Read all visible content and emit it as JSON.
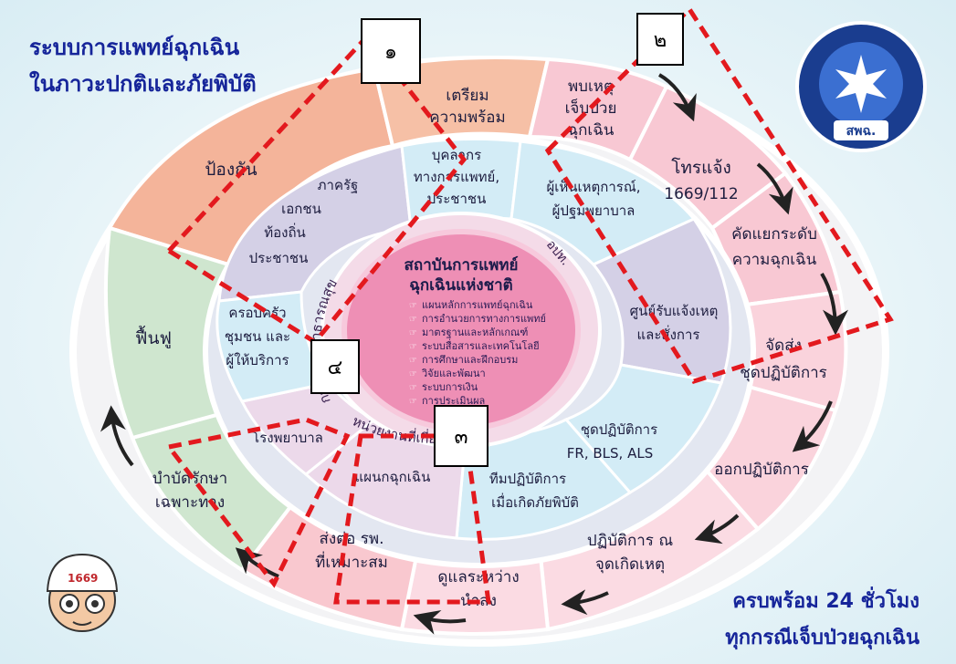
{
  "title": {
    "line1": "ระบบการแพทย์ฉุกเฉิน",
    "line2": "ในภาวะปกติและภัยพิบัติ"
  },
  "footer": {
    "line1": "ครบพร้อม 24 ชั่วโมง",
    "line2": "ทุกกรณีเจ็บป่วยฉุกเฉิน"
  },
  "markers": [
    "๑",
    "๒",
    "๓",
    "๔"
  ],
  "center": {
    "title_line1": "สถาบันการแพทย์",
    "title_line2": "ฉุกเฉินแห่งชาติ",
    "items": [
      "แผนหลักการแพทย์ฉุกเฉิน",
      "การอำนวยการทางการแพทย์",
      "มาตรฐานและหลักเกณฑ์",
      "ระบบสื่อสารและเทคโนโลยี",
      "การศึกษาและฝึกอบรม",
      "วิจัยและพัฒนา",
      "ระบบการเงิน",
      "การประเมินผล"
    ],
    "arc_moph": "กระทรวงสาธารณสุข",
    "arc_lgo": "อปท.",
    "arc_agencies": "หน่วยงานที่เกี่ยวข้อง"
  },
  "outer_ring": {
    "prevent": "ป้องกัน",
    "prepare_1": "เตรียม",
    "prepare_2": "ความพร้อม",
    "found_1": "พบเหตุ",
    "found_2": "เจ็บป่วย",
    "found_3": "ฉุกเฉิน",
    "call_1": "โทรแจ้ง",
    "call_2": "1669/112",
    "triage_1": "คัดแยกระดับ",
    "triage_2": "ความฉุกเฉิน",
    "dispatch_1": "จัดส่ง",
    "dispatch_2": "ชุดปฏิบัติการ",
    "operate": "ออกปฏิบัติการ",
    "scene_1": "ปฏิบัติการ ณ",
    "scene_2": "จุดเกิดเหตุ",
    "care_1": "ดูแลระหว่าง",
    "care_2": "นำส่ง",
    "refer_1": "ส่งต่อ รพ.",
    "refer_2": "ที่เหมาะสม",
    "definitive_1": "บำบัดรักษา",
    "definitive_2": "เฉพาะทาง",
    "recover": "ฟื้นฟู"
  },
  "inner_ring": {
    "sectors_1": "ภาครัฐ",
    "sectors_2": "เอกชน",
    "sectors_3": "ท้องถิ่น",
    "sectors_4": "ประชาชน",
    "personnel_1": "บุคลากร",
    "personnel_2": "ทางการแพทย์,",
    "personnel_3": "ประชาชน",
    "witness_1": "ผู้เห็นเหตุการณ์,",
    "witness_2": "ผู้ปฐมพยาบาล",
    "center_1": "ศูนย์รับแจ้งเหตุ",
    "center_2": "และสั่งการ",
    "teams_1": "ชุดปฏิบัติการ",
    "teams_2": "FR, BLS, ALS",
    "disaster_1": "ทีมปฏิบัติการ",
    "disaster_2": "เมื่อเกิดภัยพิบัติ",
    "er": "แผนกฉุกเฉิน",
    "hospital": "โรงพยาบาล",
    "family_1": "ครอบครัว",
    "family_2": "ชุมชน และ",
    "family_3": "ผู้ให้บริการ"
  },
  "logo": {
    "abbr": "สพฉ."
  },
  "mascot": {
    "badge": "1669"
  },
  "colors": {
    "title": "#16259a",
    "red_dash": "#e3191e",
    "pink": "#f8c8d3",
    "salmon": "#f4b49a",
    "green": "#cfe6cf",
    "light_blue": "#d3ecf6",
    "lilac": "#d4d0e6",
    "center_pink": "#ee8fb5"
  }
}
